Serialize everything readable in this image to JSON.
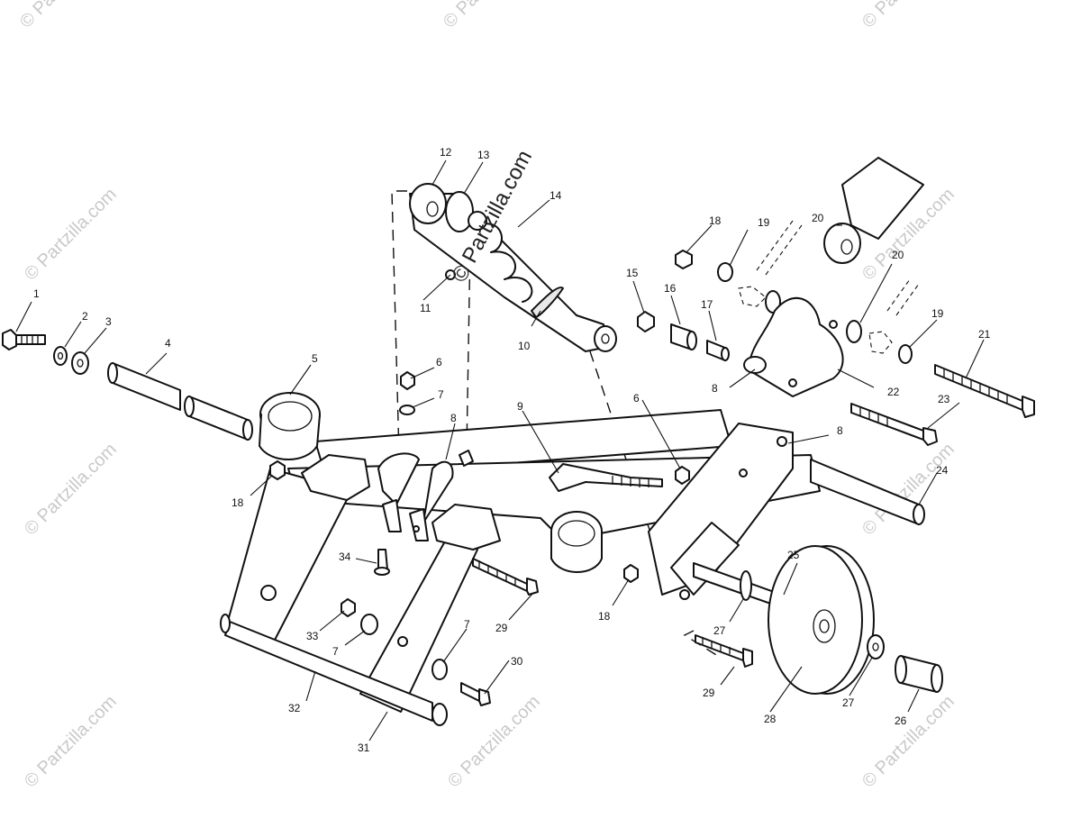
{
  "watermark_text": "© Partzilla.com",
  "callouts": [
    "1",
    "2",
    "3",
    "4",
    "5",
    "6",
    "7",
    "8",
    "9",
    "10",
    "11",
    "12",
    "13",
    "14",
    "15",
    "16",
    "17",
    "18",
    "19",
    "20",
    "21",
    "22",
    "23",
    "24",
    "25",
    "26",
    "27",
    "28",
    "29",
    "30",
    "31",
    "32",
    "33",
    "34"
  ],
  "labels": {
    "l1": "1",
    "l2": "2",
    "l3": "3",
    "l4": "4",
    "l5": "5",
    "l6a": "6",
    "l6b": "6",
    "l7a": "7",
    "l7b": "7",
    "l7c": "7",
    "l8a": "8",
    "l8b": "8",
    "l8c": "8",
    "l9": "9",
    "l10": "10",
    "l11": "11",
    "l12": "12",
    "l13": "13",
    "l14": "14",
    "l15": "15",
    "l16": "16",
    "l17": "17",
    "l18a": "18",
    "l18b": "18",
    "l18c": "18",
    "l19a": "19",
    "l19b": "19",
    "l20a": "20",
    "l20b": "20",
    "l21": "21",
    "l22": "22",
    "l23": "23",
    "l24": "24",
    "l25": "25",
    "l26": "26",
    "l27a": "27",
    "l27b": "27",
    "l28": "28",
    "l29a": "29",
    "l29b": "29",
    "l30": "30",
    "l31": "31",
    "l32": "32",
    "l33": "33",
    "l34": "34"
  }
}
